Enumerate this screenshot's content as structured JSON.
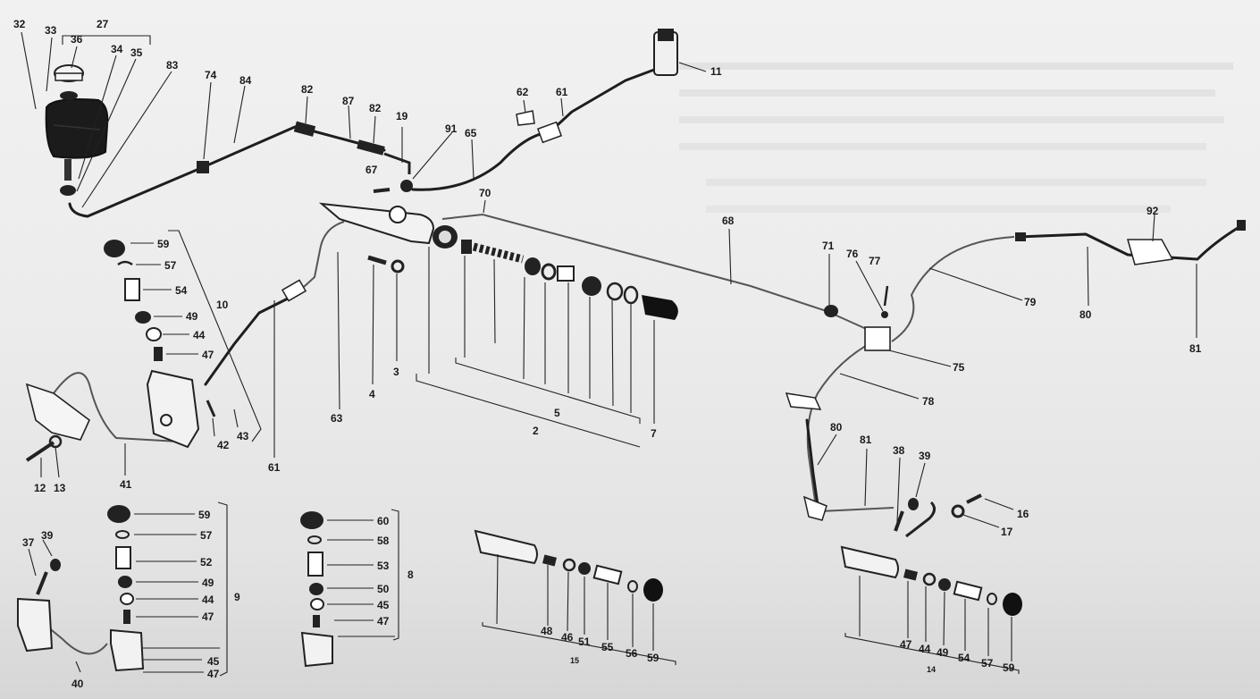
{
  "labels": {
    "c27": "27",
    "c32": "32",
    "c33": "33",
    "c36": "36",
    "c34": "34",
    "c35": "35",
    "c83": "83",
    "c74": "74",
    "c84": "84",
    "c82a": "82",
    "c87": "87",
    "c82b": "82",
    "c19": "19",
    "c91": "91",
    "c65": "65",
    "c67": "67",
    "c62": "62",
    "c61a": "61",
    "c11": "11",
    "c70": "70",
    "c68": "68",
    "c71": "71",
    "c76": "76",
    "c77": "77",
    "c92": "92",
    "c79": "79",
    "c80a": "80",
    "c81a": "81",
    "c75": "75",
    "c78": "78",
    "c59a": "59",
    "c57a": "57",
    "c54a": "54",
    "c49a": "49",
    "c44a": "44",
    "c47a": "47",
    "c10": "10",
    "c42": "42",
    "c43": "43",
    "c41": "41",
    "c12": "12",
    "c13": "13",
    "c61b": "61",
    "c63": "63",
    "c4": "4",
    "c3": "3",
    "c5": "5",
    "c2": "2",
    "c7": "7",
    "c80b": "80",
    "c81b": "81",
    "c38": "38",
    "c39a": "39",
    "c16": "16",
    "c17": "17",
    "c37": "37",
    "c39b": "39",
    "c40": "40",
    "c59b": "59",
    "c57b": "57",
    "c52": "52",
    "c49b": "49",
    "c44b": "44",
    "c47b": "47",
    "c45a": "45",
    "c47c": "47",
    "c9": "9",
    "c60": "60",
    "c58": "58",
    "c53": "53",
    "c50": "50",
    "c45b": "45",
    "c47d": "47",
    "c8": "8",
    "c48": "48",
    "c46": "46",
    "c51": "51",
    "c55": "55",
    "c56": "56",
    "c59c": "59",
    "c15": "15",
    "c47e": "47",
    "c44c": "44",
    "c49c": "49",
    "c54b": "54",
    "c57c": "57",
    "c59d": "59",
    "c14": "14"
  },
  "colors": {
    "ink": "#1b1b1b",
    "paper": "#ececec"
  }
}
